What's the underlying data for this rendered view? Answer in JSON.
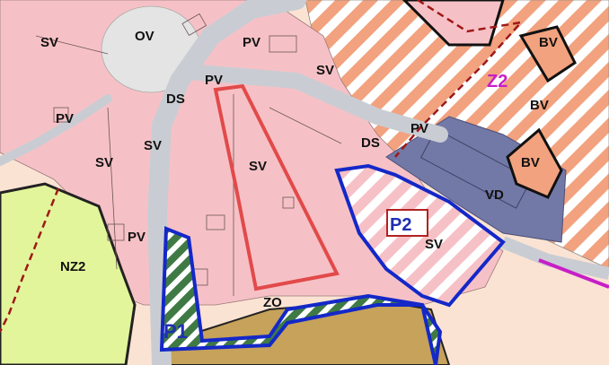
{
  "labels": {
    "sv_nw": "SV",
    "ov": "OV",
    "pv_top": "PV",
    "sv_top": "SV",
    "bv_top": "BV",
    "z2": "Z2",
    "bv_right": "BV",
    "ds_left": "DS",
    "pv_mid": "PV",
    "pv_west": "PV",
    "sv_west": "SV",
    "sv_west2": "SV",
    "sv_center": "SV",
    "ds_right": "DS",
    "pv_right": "PV",
    "bv_mid": "BV",
    "vd": "VD",
    "p2": "P2",
    "sv_p2": "SV",
    "pv_sw": "PV",
    "nz2": "NZ2",
    "zo": "ZO",
    "p1": "P1"
  },
  "colors": {
    "built_pink": "#f6c1c6",
    "road_gray": "#c9cdd3",
    "plaza_gray": "#e4e4e4",
    "agri_green": "#e2f59a",
    "field_tan": "#c6a25a",
    "hatch_orange": "#f2a27e",
    "industry_blue": "#7379a6",
    "greenery": "#3f7a45",
    "plan_blue": "#1428c8",
    "plot_red": "#e24a4a",
    "z2_magenta": "#c71fc7",
    "corridor_red": "#a01818"
  }
}
